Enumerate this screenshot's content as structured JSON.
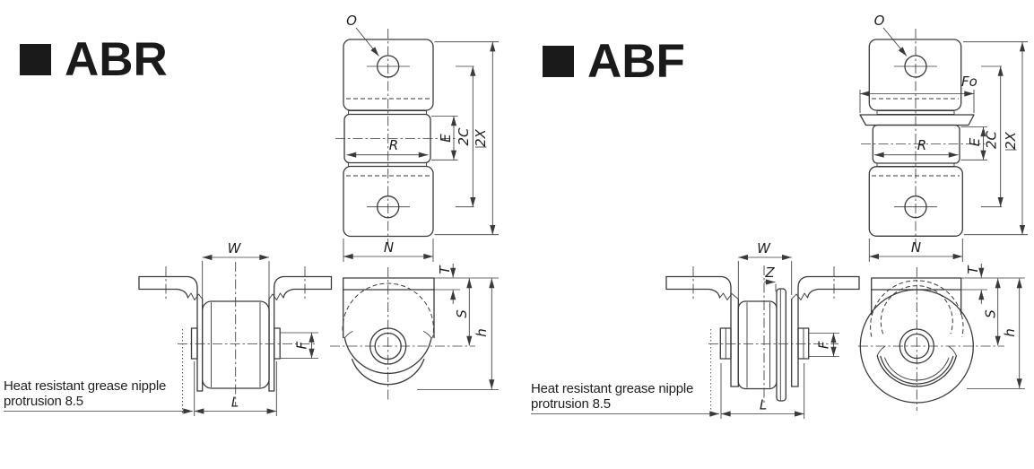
{
  "colors": {
    "line": "#3a3a3a",
    "text": "#1e1e1e",
    "title": "#1a1a1a",
    "background": "#ffffff"
  },
  "panels": [
    {
      "title": "ABR",
      "note": {
        "line1": "Heat resistant grease nipple",
        "line2": "protrusion 8.5"
      },
      "front_view": {
        "hole_label": "O",
        "roller_label": "R",
        "dims": {
          "e": "E",
          "two_c": "2C",
          "two_x": "2X",
          "n": "N"
        }
      },
      "side_view": {
        "dims": {
          "w": "W",
          "f": "F",
          "l": "L"
        }
      },
      "wheel_view": {
        "dims": {
          "t": "T",
          "s": "S",
          "h": "h"
        }
      }
    },
    {
      "title": "ABF",
      "note": {
        "line1": "Heat resistant grease nipple",
        "line2": "protrusion 8.5"
      },
      "front_view": {
        "hole_label": "O",
        "roller_label": "R",
        "flange_label": "Fo",
        "dims": {
          "e": "E",
          "two_c": "2C",
          "two_x": "2X",
          "n": "N"
        }
      },
      "side_view": {
        "dims": {
          "w": "W",
          "z": "Z",
          "f": "F",
          "l": "L"
        }
      },
      "wheel_view": {
        "dims": {
          "t": "T",
          "s": "S",
          "h": "h"
        }
      }
    }
  ]
}
